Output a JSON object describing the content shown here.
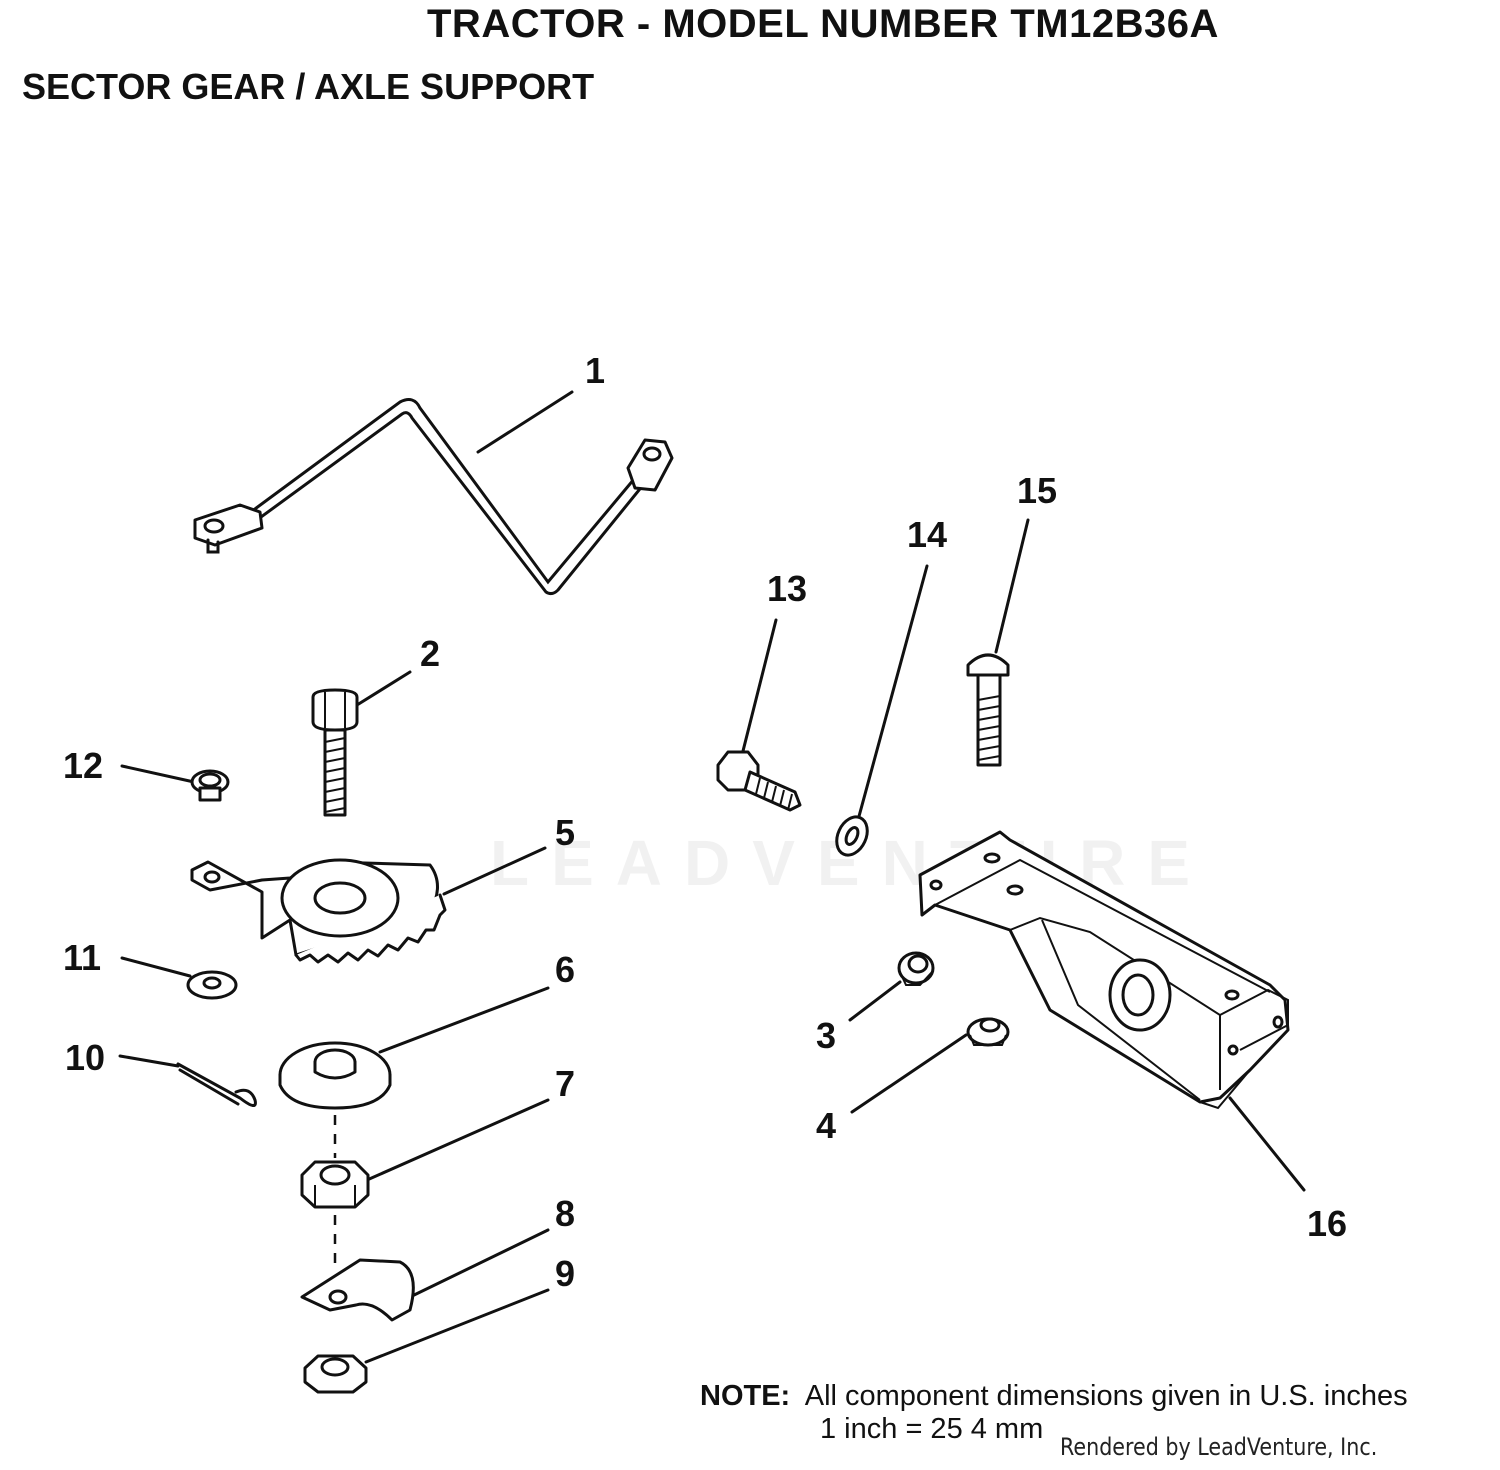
{
  "header": {
    "title": "TRACTOR  - MODEL NUMBER TM12B36A",
    "subtitle": "SECTOR GEAR / AXLE SUPPORT"
  },
  "callouts": [
    "1",
    "2",
    "3",
    "4",
    "5",
    "6",
    "7",
    "8",
    "9",
    "10",
    "11",
    "12",
    "13",
    "14",
    "15",
    "16"
  ],
  "note": {
    "label": "NOTE:",
    "line1": "All component dimensions given in U.S. inches",
    "line2": "1 inch = 25 4 mm"
  },
  "footer": {
    "rendered_by": "Rendered by LeadVenture, Inc."
  },
  "watermark": {
    "text": "LEADVENTURE"
  }
}
